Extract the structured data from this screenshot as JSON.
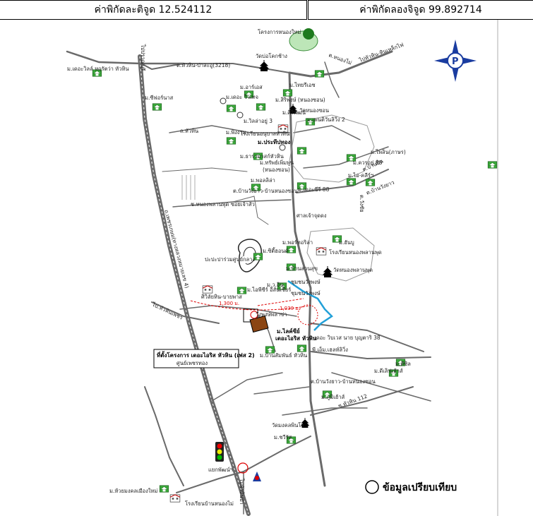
{
  "coordinates": {
    "latitude_label": "ค่าพิกัดละติจูด 12.524112",
    "longitude_label": "ค่าพิกัดลองจิจูด 99.892714"
  },
  "legend": {
    "comparison_label": "ข้อมูลเปรียบเทียบ"
  },
  "map": {
    "project_label_line1": "ที่ตั้งโครงการ เดอะไอริส หัวหิน (เฟส 2)",
    "project_label_line2": "ศูนย์เพชรทอง",
    "distances": [
      "1,300 ม.",
      "1,030 ม."
    ],
    "place_labels": {
      "water_tower": "โครงการหนองใหม่",
      "temple_top": "วัดบ่อโคกช้าง",
      "road_nw": "ต.หัวหิน-ป่าละอู(3218)",
      "village_w1": "ม.เดอะวิลล์ หฤรัตว่า หัวหิน",
      "village_w2": "ม.ซีฟอร์นาส",
      "village_a": "ม.อาร์เอส",
      "village_b": "ม.ไทยรีเอช",
      "village_c": "ม.สิริพงษ์ (หนองซอน)",
      "village_d": "ม.ศิริพัฒน์",
      "village_e": "ม.เดอะ วิวเทจ",
      "village_f": "วัดหนองซอน",
      "village_g": "ม.เพนติวันลิวิ่ง 2",
      "village_h": "ม.วิลล่าอยู่ 3",
      "village_i": "ม.พิงงาม",
      "village_j": "โรงเรียนอนุบาลหัวหิน",
      "village_k": "ม.ประทีปทอง",
      "village_l": "ม.ธารามาสก์หัวหิน",
      "village_m": "ม.ทรัพย์เพิ่มพูน",
      "village_m2": "(หนองซอน)",
      "village_n": "ม.ไพลิน(ภาษร)",
      "village_o": "ม.ควรอยู่ 88",
      "village_p": "ม.ไอ-คลีร์ฯ",
      "village_q": "ม.พอลลิล่า",
      "village_r": "ม.เดอะซีรี 88",
      "village_s": "ต.บ้านวังยาว-บ้านหนองซอน",
      "road_mid": "ช.หนองพลานพุด ซอยเจ้าสัว",
      "temple_mid": "ศาลเจ้าจุดดง",
      "village_t": "ม.พอร์ทอริล่า",
      "village_u": "ม.ฮันบู",
      "village_v": "โรงเรียนหนองพลานพุด",
      "village_w": "ม.ซิตี้ฮอนด์",
      "village_x": "ม.บ้านสวนสุข",
      "village_y": "วัดหนองพลานพุด",
      "golf": "ปะปะปาร่วมศูนย์กลาง",
      "village_z": "ม.ไอพีซีร์",
      "village_aa": "ม.ว.อิน",
      "village_bb": "ชุมชนวังพงษ์",
      "village_cc": "ชุมชนวังพงษ์",
      "village_dd": "ศิวิลัยหิน-บายพาส",
      "village_ee": "อี่สันเชียร์",
      "village_ff": "ม.ไลค์ซีย์",
      "village_ff2": "เดอะไอริส หัวหิน",
      "village_gg": "วังพงษ์พลาซ่า",
      "village_hh": "ม.เดอะ วิบเวส นาย บุญตาริ 38",
      "village_ii": "พี.เอ็ม.เฮลท์ลิวิ่ง",
      "village_jj": "ม.บ้านสัมพันธ์ หัวหิน",
      "village_kk": "ม.ดีซิล",
      "village_ll": "ม.ดีเลิฟเฮ้าส์",
      "village_mm": "ต.บ้านวังยาว-บ้านหนองซอน",
      "village_nn": "ม.ภูมิเฮ้าส์",
      "temple_low": "วัดมงคลพินโย",
      "village_oo": "ม.ชวีรัส",
      "junction": "แยกพัฒน์ฯ",
      "village_pp": "ม.ห้วยมงคลเมืองใหม่",
      "school_low": "โรงเรียนบ้านหนองไม่",
      "road_e": "ต.บ้านวังยาว",
      "road_se": "ช.หัวหิน 112",
      "road_w": "ไป.หัวหินเพชร",
      "road_n": "ไปปราณบุรี",
      "road_ne": "ไปหัวหิน-หินเหล็กไฟ",
      "road_ne2": "ต.หนองไม่",
      "road_far_e": "ต.บ้านปิ่น",
      "road_far_e2": "ต.วังชัย",
      "highway": "ถ.เพชรเกษม(ทางหลวงหมายเลข 4)",
      "road_left": "ถ.หัวหิน",
      "road_bottom": "ไปหัวหินป่า",
      "road_top_left": "ไปปราณบุรี"
    }
  }
}
